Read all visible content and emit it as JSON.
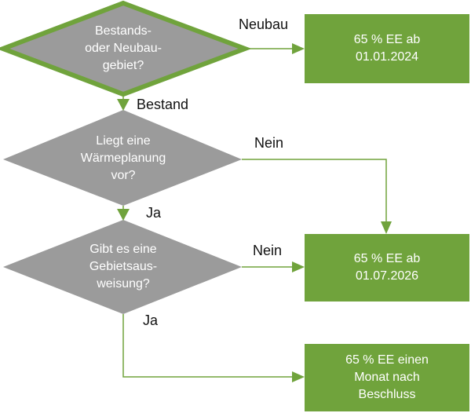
{
  "colors": {
    "decision_fill": "#9b9b9b",
    "decision_border": "#70a33c",
    "box_fill": "#70a33c",
    "connector": "#70a33c"
  },
  "decisions": [
    {
      "text": "Bestands-\noder Neubau-\ngebiet?"
    },
    {
      "text": "Liegt eine\nWärmeplanung\nvor?"
    },
    {
      "text": "Gibt es eine\nGebietsaus-\nweisung?"
    }
  ],
  "outcomes": [
    {
      "text": "65 % EE ab\n01.01.2024"
    },
    {
      "text": "65 % EE ab\n01.07.2026"
    },
    {
      "text": "65 % EE einen\nMonat nach\nBeschluss"
    }
  ],
  "labels": {
    "neubau": "Neubau",
    "bestand": "Bestand",
    "nein_1": "Nein",
    "ja_1": "Ja",
    "nein_2": "Nein",
    "ja_2": "Ja"
  }
}
